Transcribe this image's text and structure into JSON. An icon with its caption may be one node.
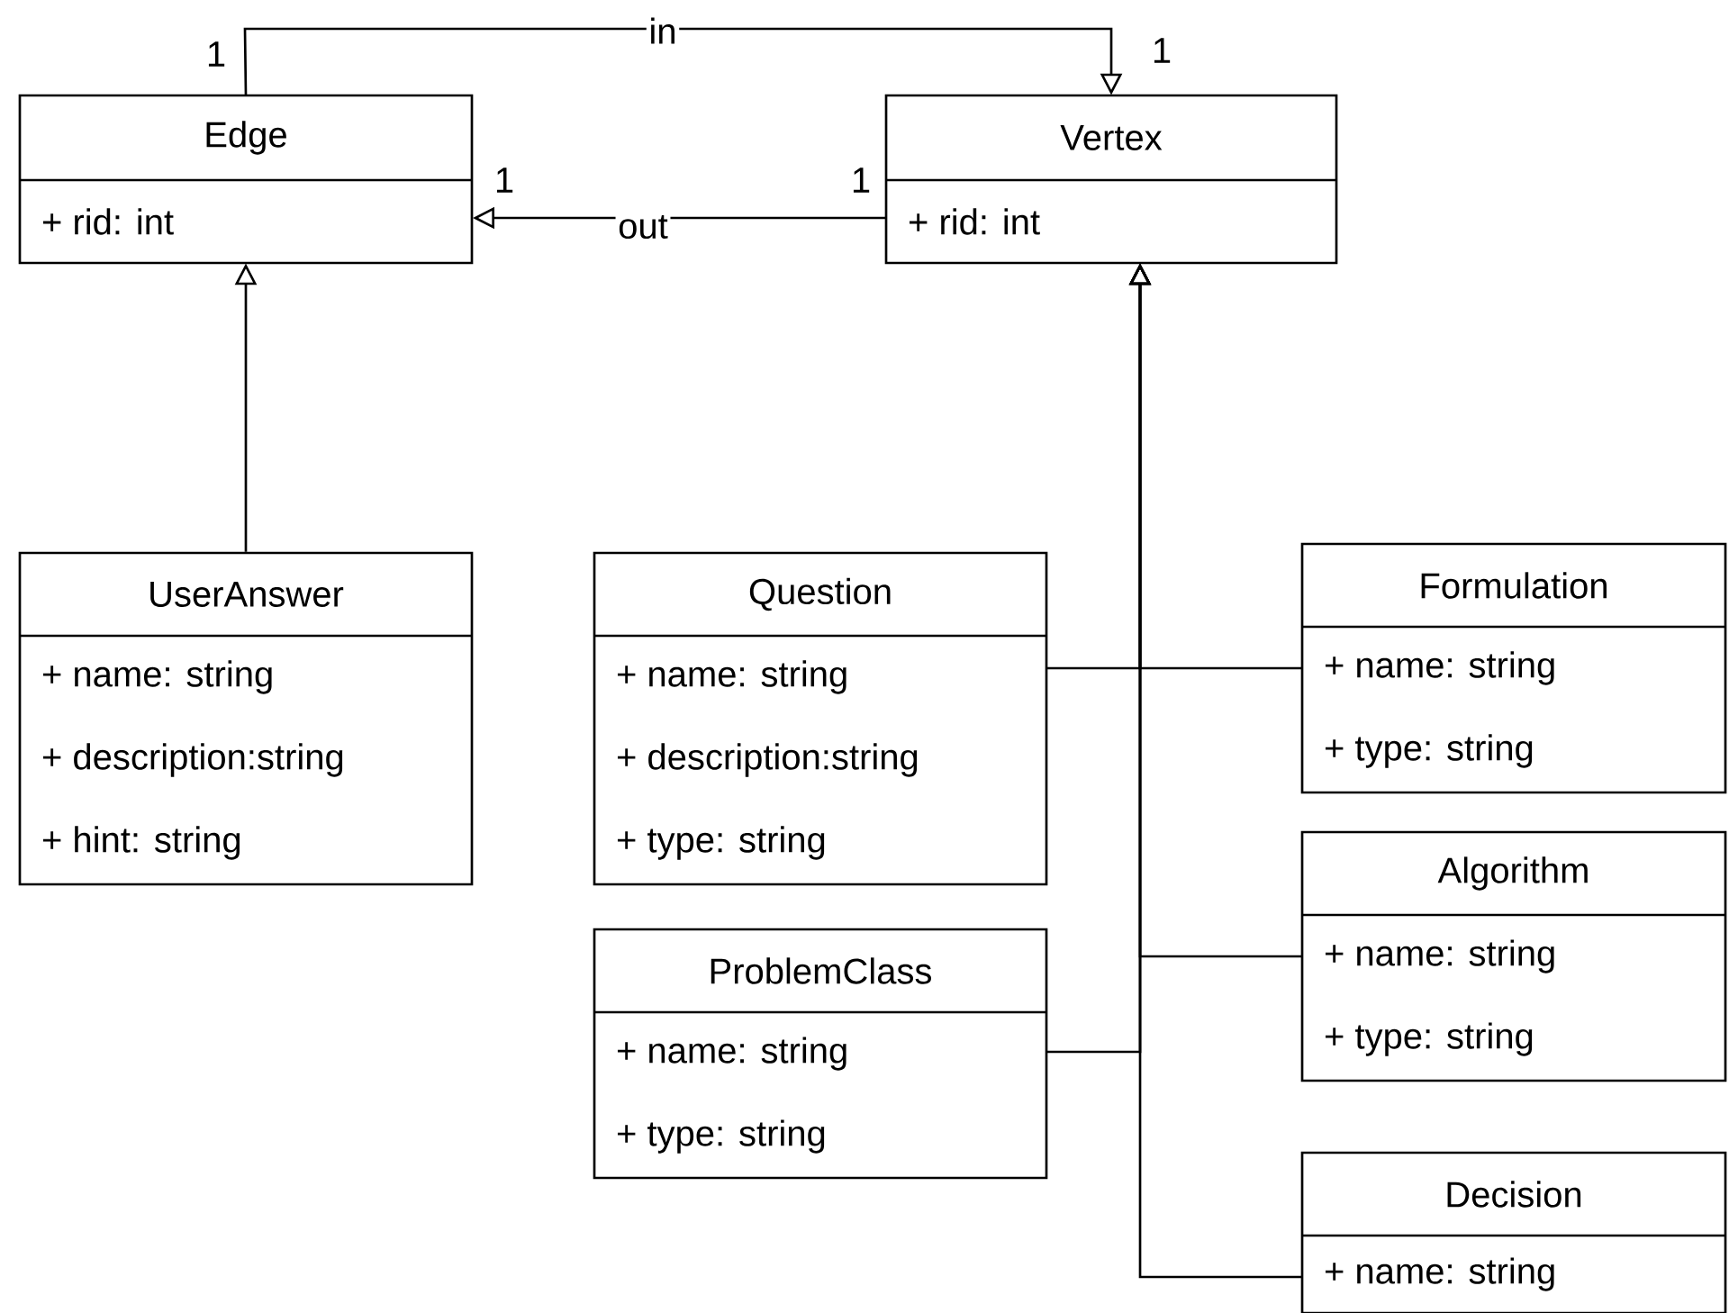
{
  "diagram": {
    "nodes": [
      {
        "text": [
          "Edge",
          "+ rid: int"
        ]
      },
      {
        "text": [
          "Vertex",
          "+ rid: int"
        ]
      },
      {
        "text": [
          "UserAnswer",
          "+ name: string",
          "+ description:string",
          "+ hint: string"
        ]
      },
      {
        "text": [
          "Question",
          "+ name: string",
          "+ description:string",
          "+ type: string"
        ]
      },
      {
        "text": [
          "Formulation",
          "+ name: string",
          "+ type: string"
        ]
      },
      {
        "text": [
          "Algorithm",
          "+ name: string",
          "+ type: string"
        ]
      },
      {
        "text": [
          "ProblemClass",
          "+ name: string",
          "+ type: string"
        ]
      },
      {
        "text": [
          "Decision",
          "+ name: string"
        ]
      }
    ],
    "edges": [
      {
        "from": 2,
        "to": 0,
        "arrow": "to"
      },
      {
        "from": 0,
        "to": 1,
        "arrow": "to",
        "label": "in"
      },
      {
        "from": 1,
        "to": 0,
        "arrow": "to",
        "label": "out"
      },
      {
        "from": 3,
        "to": 1,
        "arrow": "to"
      },
      {
        "from": 4,
        "to": 1,
        "arrow": "to"
      },
      {
        "from": 5,
        "to": 1,
        "arrow": "to"
      },
      {
        "from": 6,
        "to": 1,
        "arrow": "to"
      },
      {
        "from": 7,
        "to": 1,
        "arrow": "to"
      }
    ],
    "labels": [
      "1",
      "1",
      "1",
      "1"
    ]
  }
}
